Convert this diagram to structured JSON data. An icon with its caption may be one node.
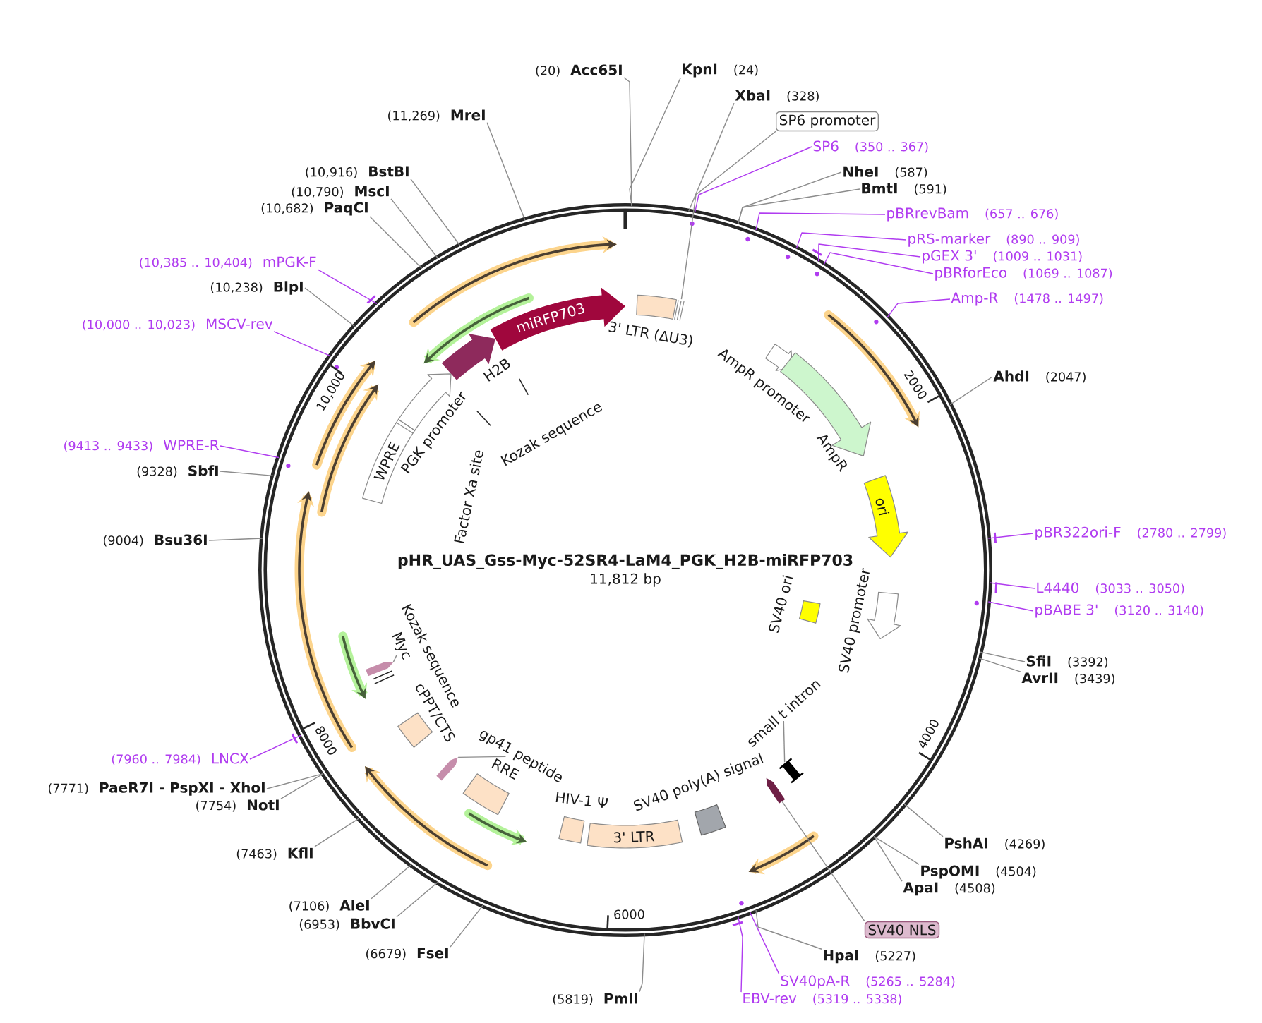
{
  "diagram": {
    "title": "pHR_UAS_Gss-Myc-52SR4-LaM4_PGK_H2B-miRFP703",
    "nodes": [
      {
        "text": [],
        "shape": "circle"
      },
      {
        "text": [
          "(20)",
          "Acc65I"
        ]
      },
      {
        "text": [
          "KpnI",
          "(24)"
        ]
      },
      {
        "text": [
          "XbaI",
          "(328)"
        ]
      },
      {
        "text": [
          "SP6 promoter"
        ]
      },
      {
        "text": [
          "SP6",
          "(350 .. 367)"
        ]
      },
      {
        "text": [
          "NheI",
          "(587)"
        ]
      },
      {
        "text": [
          "BmtI",
          "(591)"
        ]
      },
      {
        "text": [
          "pBRrevBam",
          "(657 .. 676)"
        ]
      },
      {
        "text": [
          "pRS-marker",
          "(890 .. 909)"
        ]
      },
      {
        "text": [
          "pGEX 3'",
          "(1009 .. 1031)"
        ]
      },
      {
        "text": [
          "pBRforEco",
          "(1069 .. 1087)"
        ]
      },
      {
        "text": [
          "Amp-R",
          "(1478 .. 1497)"
        ]
      },
      {
        "text": [
          "AhdI",
          "(2047)"
        ]
      },
      {
        "text": [
          "pBR322ori-F",
          "(2780 .. 2799)"
        ]
      },
      {
        "text": [
          "L4440",
          "(3033 .. 3050)"
        ]
      },
      {
        "text": [
          "pBABE 3'",
          "(3120 .. 3140)"
        ]
      },
      {
        "text": [
          "SfiI",
          "(3392)"
        ]
      },
      {
        "text": [
          "AvrII",
          "(3439)"
        ]
      },
      {
        "text": [
          "PshAI",
          "(4269)"
        ]
      },
      {
        "text": [
          "PspOMI",
          "(4504)"
        ]
      },
      {
        "text": [
          "ApaI",
          "(4508)"
        ]
      },
      {
        "text": [
          "SV40 NLS"
        ]
      },
      {
        "text": [
          "HpaI",
          "(5227)"
        ]
      },
      {
        "text": [
          "SV40pA-R",
          "(5265 .. 5284)"
        ]
      },
      {
        "text": [
          "EBV-rev",
          "(5319 .. 5338)"
        ]
      },
      {
        "text": [
          "(5819)",
          "PmlI"
        ]
      },
      {
        "text": [
          "(6679)",
          "FseI"
        ]
      },
      {
        "text": [
          "(6953)",
          "BbvCI"
        ]
      },
      {
        "text": [
          "(7106)",
          "AleI"
        ]
      },
      {
        "text": [
          "(7463)",
          "KflI"
        ]
      },
      {
        "text": [
          "(7754)",
          "NotI"
        ]
      },
      {
        "text": [
          "(7771)",
          "PaeR7I - PspXI - XhoI"
        ]
      },
      {
        "text": [
          "(7960 .. 7984)",
          "LNCX"
        ]
      },
      {
        "text": [
          "(9004)",
          "Bsu36I"
        ]
      },
      {
        "text": [
          "(9328)",
          "SbfI"
        ]
      },
      {
        "text": [
          "(9413 .. 9433)",
          "WPRE-R"
        ]
      },
      {
        "text": [
          "(10,000 .. 10,023)",
          "MSCV-rev"
        ]
      },
      {
        "text": [
          "(10,238)",
          "BlpI"
        ]
      },
      {
        "text": [
          "(10,385 .. 10,404)",
          "mPGK-F"
        ]
      },
      {
        "text": [
          "(10,682)",
          "PaqCI"
        ]
      },
      {
        "text": [
          "(10,790)",
          "MscI"
        ]
      },
      {
        "text": [
          "(10,916)",
          "BstBI"
        ]
      },
      {
        "text": [
          "(11,269)",
          "MreI"
        ]
      },
      {
        "text": [
          "miRFP703"
        ],
        "in": 0
      },
      {
        "text": [
          "3' LTR (ΔU3)"
        ],
        "in": 0
      },
      {
        "text": [
          "AmpR promoter"
        ],
        "in": 0
      },
      {
        "text": [
          "AmpR"
        ],
        "in": 0
      },
      {
        "text": [
          "ori"
        ],
        "in": 0
      },
      {
        "text": [
          "SV40 promoter"
        ],
        "in": 0
      },
      {
        "text": [
          "SV40 ori"
        ],
        "in": 0
      },
      {
        "text": [
          "small t intron"
        ],
        "in": 0
      },
      {
        "text": [],
        "shape": "box",
        "in": 0
      },
      {
        "text": [],
        "shape": "arrow",
        "in": 0
      },
      {
        "text": [
          "SV40 poly(A) signal"
        ],
        "in": 0
      },
      {
        "text": [
          "3' LTR"
        ],
        "in": 0
      },
      {
        "text": [
          "HIV-1 Ψ"
        ],
        "in": 0
      },
      {
        "text": [
          "RRE"
        ],
        "in": 0
      },
      {
        "text": [
          "gp41 peptide"
        ],
        "in": 0
      },
      {
        "text": [],
        "shape": "arrow",
        "in": 0
      },
      {
        "text": [
          "cPPT/CTS"
        ],
        "in": 0
      },
      {
        "text": [
          "Myc"
        ],
        "in": 0
      },
      {
        "text": [],
        "shape": "arrow",
        "in": 0
      },
      {
        "text": [
          "WPRE"
        ],
        "in": 0
      },
      {
        "text": [
          "PGK promoter"
        ],
        "in": 0
      },
      {
        "text": [
          "H2B"
        ],
        "in": 0
      },
      {
        "text": [],
        "shape": "arrow",
        "in": 0
      },
      {
        "text": [],
        "shape": "arrow",
        "in": 0
      },
      {
        "text": [],
        "shape": "arrow",
        "in": 0
      },
      {
        "text": [],
        "shape": "arrow",
        "in": 0
      },
      {
        "text": [],
        "shape": "arrow",
        "in": 0
      },
      {
        "text": [],
        "shape": "arrow",
        "in": 0
      },
      {
        "text": [],
        "shape": "arrow",
        "in": 0
      },
      {
        "text": [],
        "shape": "arrow",
        "in": 0
      },
      {
        "text": [],
        "shape": "arrow",
        "in": 0
      },
      {
        "text": [],
        "shape": "arrow",
        "in": 0
      }
    ],
    "edges": [
      {
        "from": 1,
        "to": 0,
        "arrow": "none"
      },
      {
        "from": 2,
        "to": 0,
        "arrow": "none"
      },
      {
        "from": 3,
        "to": 0,
        "arrow": "none"
      },
      {
        "from": 4,
        "to": 45,
        "arrow": "none"
      },
      {
        "from": 5,
        "to": 0,
        "arrow": "none",
        "color": "#b03cf0"
      },
      {
        "from": 6,
        "to": 0,
        "arrow": "none"
      },
      {
        "from": 7,
        "to": 0,
        "arrow": "none"
      },
      {
        "from": 8,
        "to": 0,
        "arrow": "none",
        "color": "#b03cf0"
      },
      {
        "from": 9,
        "to": 0,
        "arrow": "none",
        "color": "#b03cf0"
      },
      {
        "from": 10,
        "to": 0,
        "arrow": "none",
        "color": "#b03cf0"
      },
      {
        "from": 11,
        "to": 0,
        "arrow": "none",
        "color": "#b03cf0"
      },
      {
        "from": 12,
        "to": 0,
        "arrow": "none",
        "color": "#b03cf0"
      },
      {
        "from": 13,
        "to": 0,
        "arrow": "none"
      },
      {
        "from": 14,
        "to": 0,
        "arrow": "none",
        "color": "#b03cf0"
      },
      {
        "from": 15,
        "to": 0,
        "arrow": "none",
        "color": "#b03cf0"
      },
      {
        "from": 16,
        "to": 0,
        "arrow": "none",
        "color": "#b03cf0"
      },
      {
        "from": 17,
        "to": 0,
        "arrow": "none"
      },
      {
        "from": 18,
        "to": 0,
        "arrow": "none"
      },
      {
        "from": 19,
        "to": 0,
        "arrow": "none"
      },
      {
        "from": 20,
        "to": 0,
        "arrow": "none"
      },
      {
        "from": 21,
        "to": 0,
        "arrow": "none"
      },
      {
        "from": 22,
        "to": 53,
        "arrow": "none"
      },
      {
        "from": 23,
        "to": 0,
        "arrow": "none"
      },
      {
        "from": 24,
        "to": 0,
        "arrow": "none",
        "color": "#b03cf0"
      },
      {
        "from": 25,
        "to": 0,
        "arrow": "none",
        "color": "#b03cf0"
      },
      {
        "from": 26,
        "to": 0,
        "arrow": "none"
      },
      {
        "from": 27,
        "to": 0,
        "arrow": "none"
      },
      {
        "from": 28,
        "to": 0,
        "arrow": "none"
      },
      {
        "from": 29,
        "to": 0,
        "arrow": "none"
      },
      {
        "from": 30,
        "to": 0,
        "arrow": "none"
      },
      {
        "from": 31,
        "to": 0,
        "arrow": "none"
      },
      {
        "from": 32,
        "to": 0,
        "arrow": "none"
      },
      {
        "from": 33,
        "to": 0,
        "arrow": "none",
        "color": "#b03cf0"
      },
      {
        "from": 34,
        "to": 0,
        "arrow": "none"
      },
      {
        "from": 35,
        "to": 0,
        "arrow": "none"
      },
      {
        "from": 36,
        "to": 0,
        "arrow": "none",
        "color": "#b03cf0"
      },
      {
        "from": 37,
        "to": 0,
        "arrow": "none",
        "color": "#b03cf0"
      },
      {
        "from": 38,
        "to": 0,
        "arrow": "none"
      },
      {
        "from": 39,
        "to": 0,
        "arrow": "none",
        "color": "#b03cf0"
      },
      {
        "from": 40,
        "to": 0,
        "arrow": "none"
      },
      {
        "from": 41,
        "to": 0,
        "arrow": "none"
      },
      {
        "from": 42,
        "to": 0,
        "arrow": "none"
      },
      {
        "from": 43,
        "to": 0,
        "arrow": "none"
      },
      {
        "from": 51,
        "to": 52,
        "arrow": "none"
      },
      {
        "from": 58,
        "to": 59,
        "arrow": "none"
      },
      {
        "from": 61,
        "to": 62,
        "arrow": "none"
      }
    ],
    "labels": [
      "11,812 bp",
      "2000",
      "4000",
      "6000",
      "8000",
      "10,000",
      "Kozak sequence",
      "Factor Xa site",
      "Kozak sequence"
    ]
  }
}
